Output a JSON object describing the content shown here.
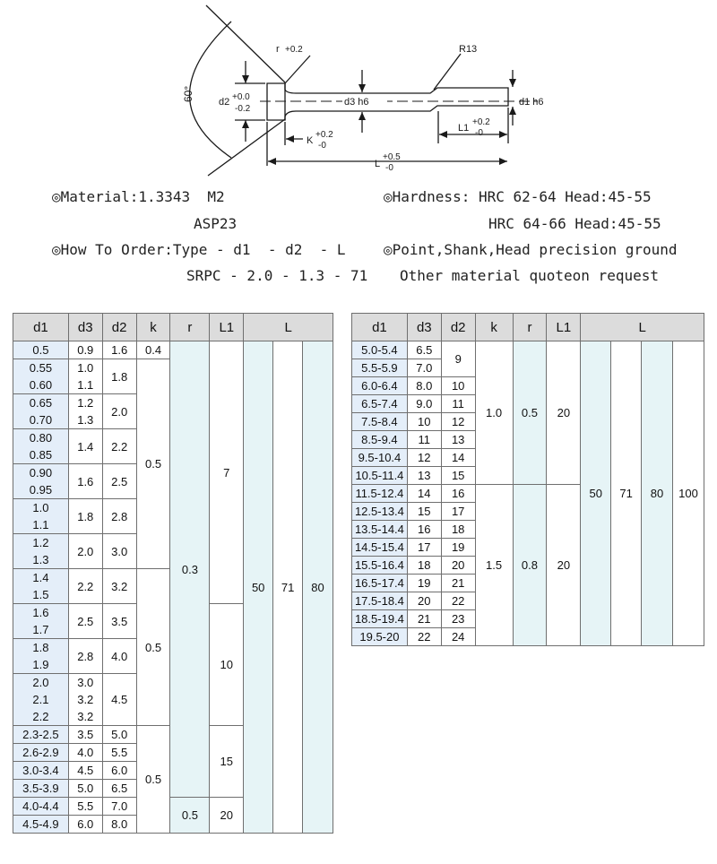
{
  "diagram": {
    "labels": {
      "r": "r",
      "r_tol": "+0.2",
      "r13": "R13",
      "angle": "60°",
      "d2": "d2",
      "d2_tol_up": "+0.0",
      "d2_tol_dn": "-0.2",
      "d3": "d3 h6",
      "d1": "d1 h6",
      "l1": "L1",
      "l1_tol_up": "+0.2",
      "l1_tol_dn": "-0",
      "k": "K",
      "k_tol_up": "+0.2",
      "k_tol_dn": "-0",
      "l": "L",
      "l_tol_up": "+0.5",
      "l_tol_dn": "-0"
    }
  },
  "specs": {
    "material_line1": "◎Material:1.3343  M2",
    "material_line2": "ASP23",
    "hardness_line1": "◎Hardness: HRC 62-64 Head:45-55",
    "hardness_line2": "HRC 64-66 Head:45-55",
    "order_line1": "◎How To Order:Type - d1  - d2  - L",
    "order_line2": "SRPC - 2.0 - 1.3 - 71",
    "ground_line1": "◎Point,Shank,Head precision ground",
    "ground_line2": "Other material quoteon request"
  },
  "left_table": {
    "headers": [
      "d1",
      "d3",
      "d2",
      "k",
      "r",
      "L1",
      "L"
    ],
    "d1_groups": [
      [
        "0.5"
      ],
      [
        "0.55",
        "0.60"
      ],
      [
        "0.65",
        "0.70"
      ],
      [
        "0.80",
        "0.85"
      ],
      [
        "0.90",
        "0.95"
      ],
      [
        "1.0",
        "1.1"
      ],
      [
        "1.2",
        "1.3"
      ],
      [
        "1.4",
        "1.5"
      ],
      [
        "1.6",
        "1.7"
      ],
      [
        "1.8",
        "1.9"
      ],
      [
        "2.0",
        "2.1",
        "2.2"
      ],
      [
        "2.3-2.5"
      ],
      [
        "2.6-2.9"
      ],
      [
        "3.0-3.4"
      ],
      [
        "3.5-3.9"
      ],
      [
        "4.0-4.4"
      ],
      [
        "4.5-4.9"
      ]
    ],
    "d3_groups": [
      [
        "0.9"
      ],
      [
        "1.0",
        "1.1"
      ],
      [
        "1.2",
        "1.3"
      ],
      [
        "1.4"
      ],
      [
        "1.6"
      ],
      [
        "1.8"
      ],
      [
        "2.0"
      ],
      [
        "2.2"
      ],
      [
        "2.5"
      ],
      [
        "2.8"
      ],
      [
        "3.0",
        "3.2",
        "3.2"
      ],
      [
        "3.5"
      ],
      [
        "4.0"
      ],
      [
        "4.5"
      ],
      [
        "5.0"
      ],
      [
        "5.5"
      ],
      [
        "6.0"
      ]
    ],
    "d2_groups": [
      "1.6",
      "1.8",
      "2.0",
      "2.2",
      "2.5",
      "2.8",
      "3.0",
      "3.2",
      "3.5",
      "4.0",
      "4.5",
      "5.0",
      "5.5",
      "6.0",
      "6.5",
      "7.0",
      "8.0"
    ],
    "k_values": [
      "0.4",
      "0.5",
      "0.5",
      "0.5"
    ],
    "r_values": [
      "0.3",
      "0.5"
    ],
    "l1_values": [
      "7",
      "10",
      "15",
      "20"
    ],
    "l_values": [
      "50",
      "71",
      "80"
    ]
  },
  "right_table": {
    "headers": [
      "d1",
      "d3",
      "d2",
      "k",
      "r",
      "L1",
      "L"
    ],
    "d1": [
      "5.0-5.4",
      "5.5-5.9",
      "6.0-6.4",
      "6.5-7.4",
      "7.5-8.4",
      "8.5-9.4",
      "9.5-10.4",
      "10.5-11.4",
      "11.5-12.4",
      "12.5-13.4",
      "13.5-14.4",
      "14.5-15.4",
      "15.5-16.4",
      "16.5-17.4",
      "17.5-18.4",
      "18.5-19.4",
      "19.5-20"
    ],
    "d3": [
      "6.5",
      "7.0",
      "8.0",
      "9.0",
      "10",
      "11",
      "12",
      "13",
      "14",
      "15",
      "16",
      "17",
      "18",
      "19",
      "20",
      "21",
      "22"
    ],
    "d2": [
      "9",
      "10",
      "11",
      "12",
      "13",
      "14",
      "15",
      "16",
      "17",
      "18",
      "19",
      "20",
      "21",
      "22",
      "23",
      "24"
    ],
    "k_values": [
      "1.0",
      "1.5"
    ],
    "r_values": [
      "0.5",
      "0.8"
    ],
    "l1_values": [
      "20",
      "20"
    ],
    "l_values": [
      "50",
      "71",
      "80",
      "100"
    ]
  }
}
